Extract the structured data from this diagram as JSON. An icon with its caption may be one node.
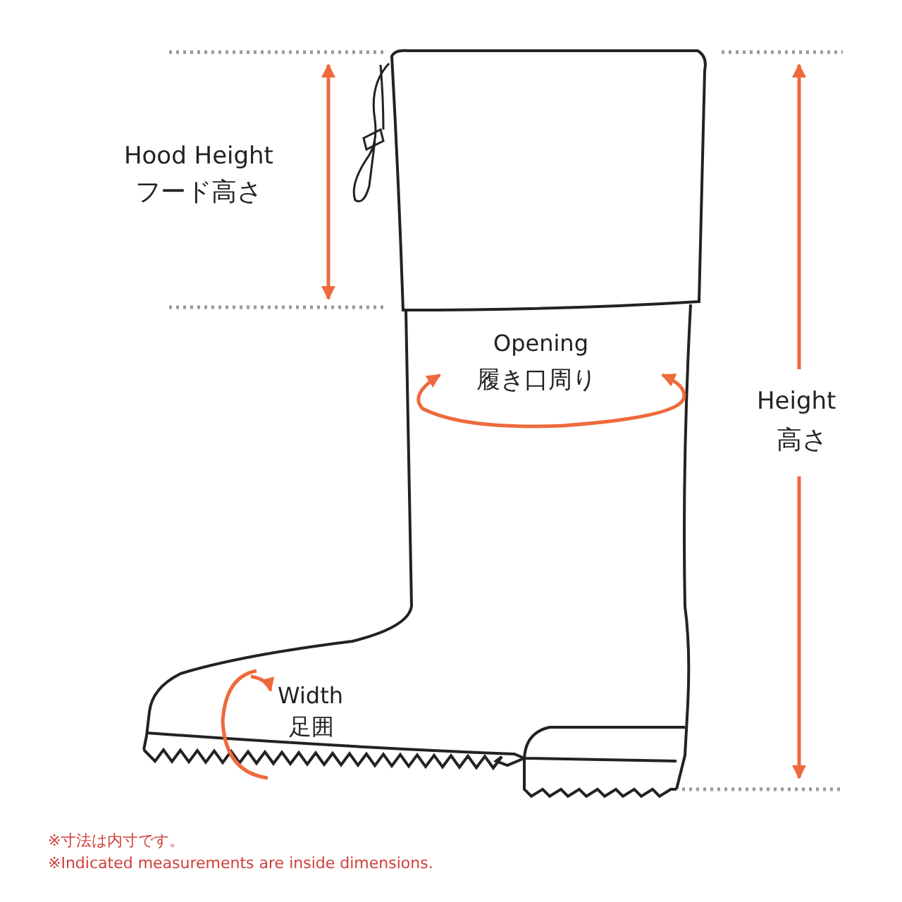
{
  "diagram": {
    "labels": [
      "Hood Height",
      "フード高さ",
      "Opening",
      "履き口周り",
      "Height",
      "高さ",
      "Width",
      "足囲",
      "※寸法は内寸です。",
      "※Indicated measurements are inside dimensions."
    ]
  }
}
